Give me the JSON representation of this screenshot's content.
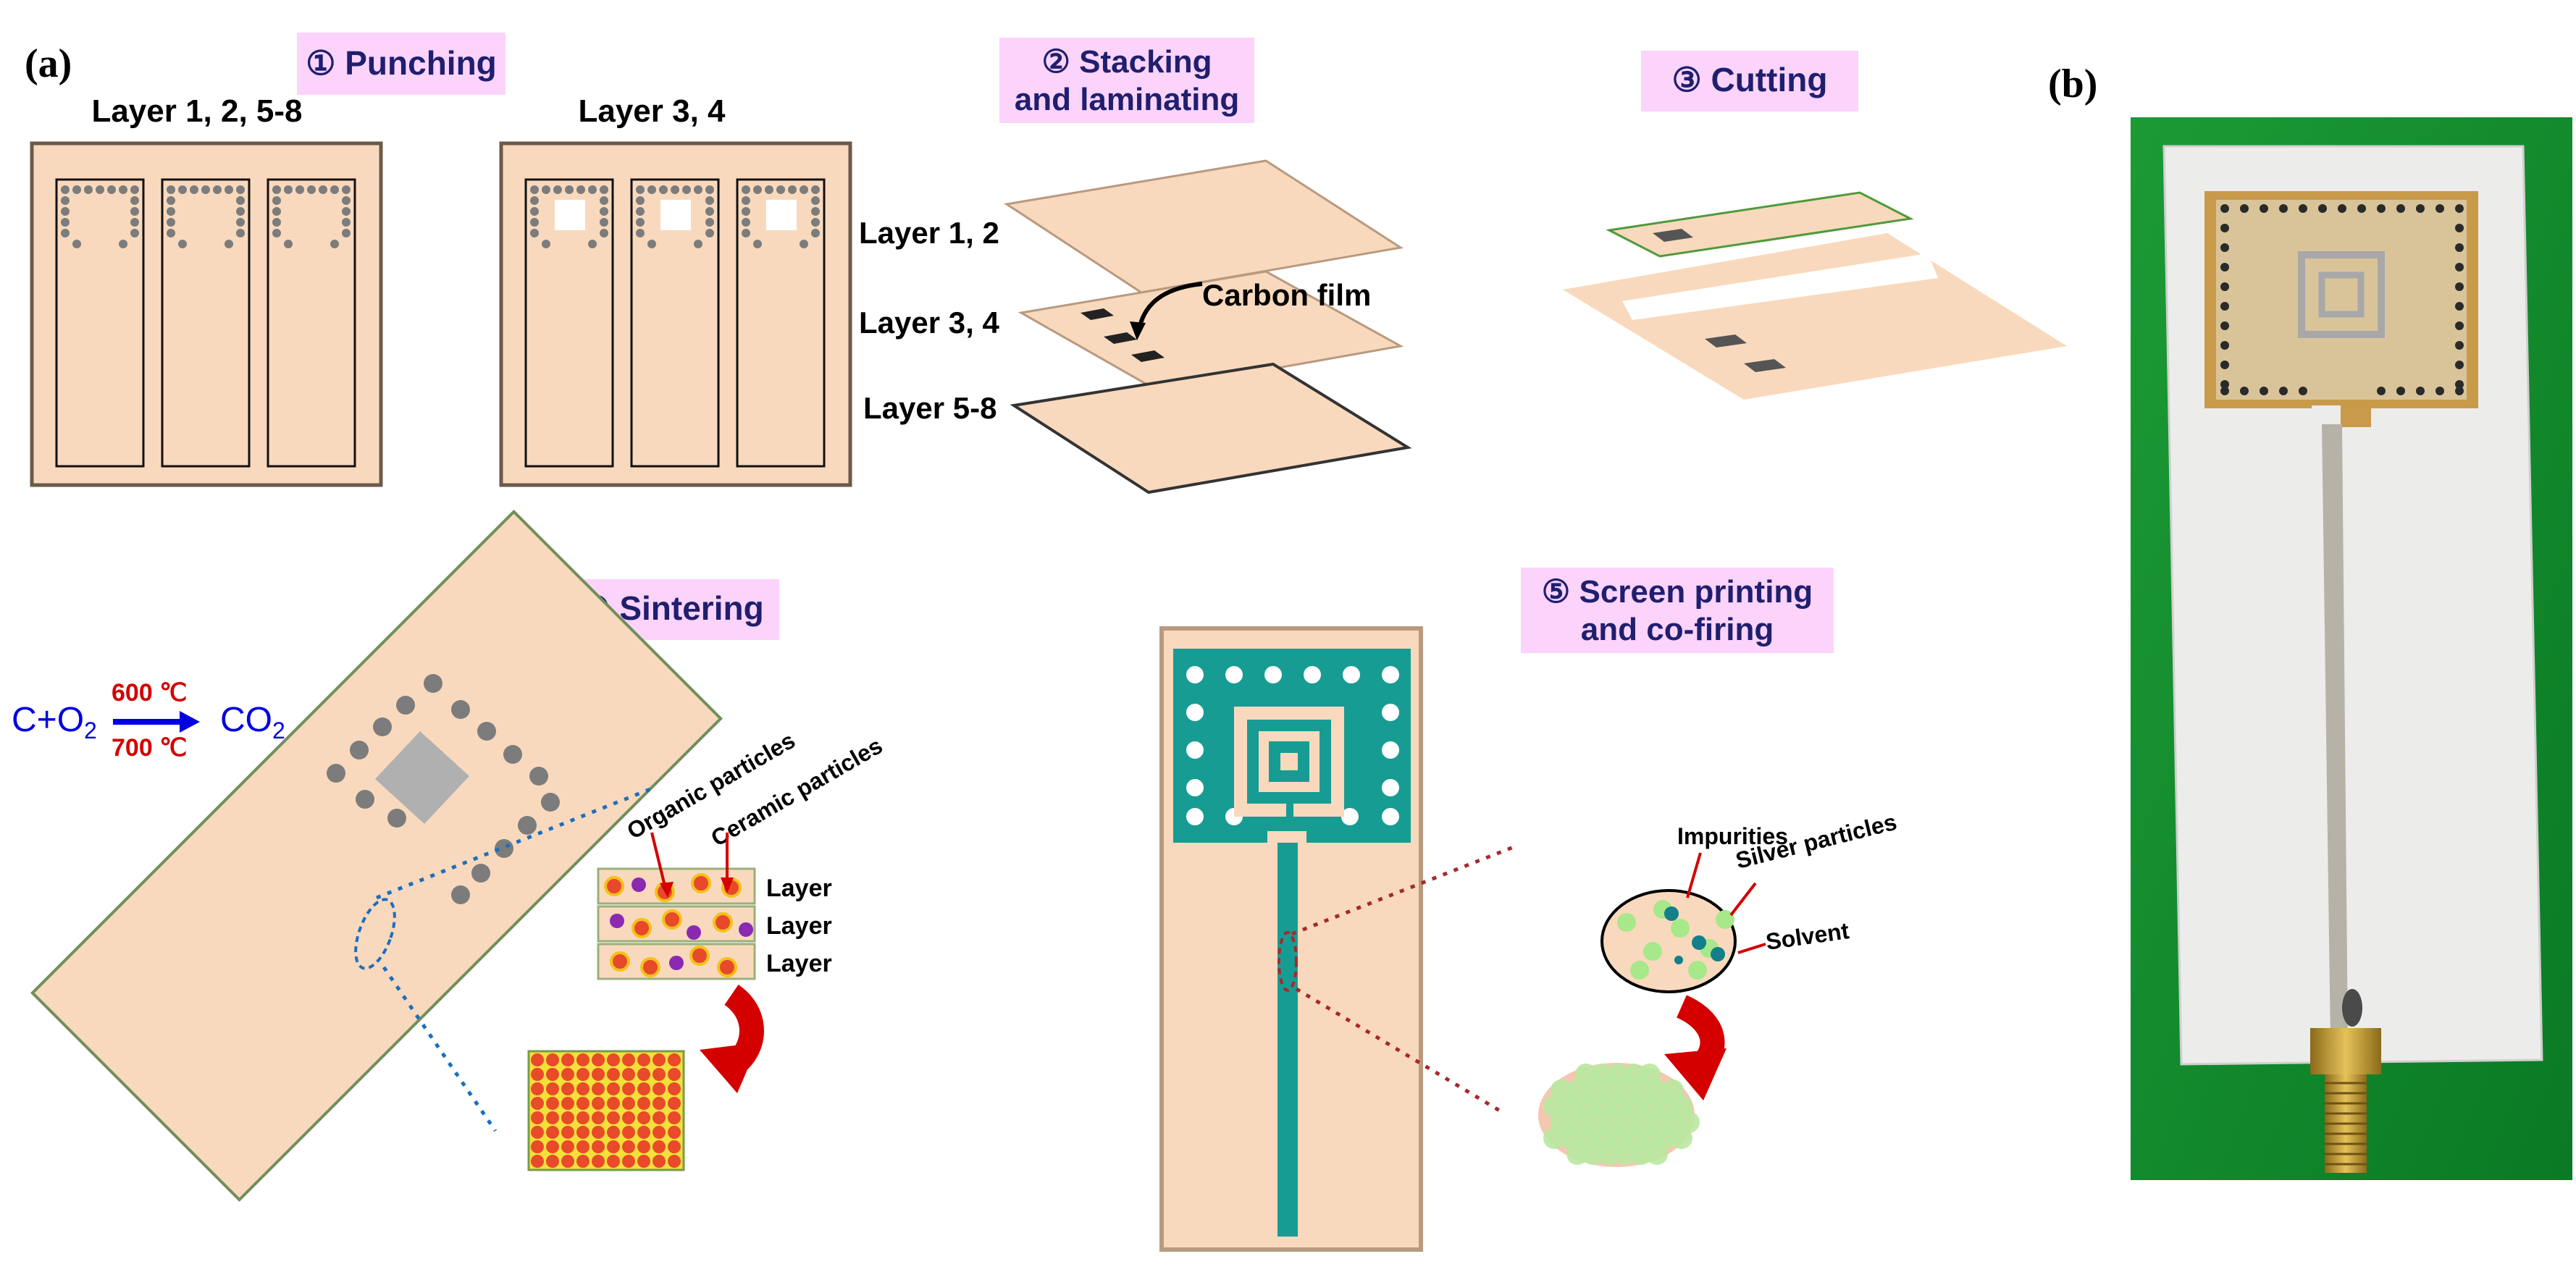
{
  "panel_labels": {
    "a": "(a)",
    "b": "(b)"
  },
  "steps": {
    "punching": "① Punching",
    "stacking_line1": "② Stacking",
    "stacking_line2": "and laminating",
    "cutting": "③ Cutting",
    "sintering": "④ Sintering",
    "printing_line1": "⑤ Screen printing",
    "printing_line2": "and co-firing"
  },
  "punching": {
    "sheet1_title": "Layer 1, 2, 5-8",
    "sheet2_title": "Layer 3, 4"
  },
  "stacking": {
    "layer_12": "Layer 1, 2",
    "layer_34": "Layer 3, 4",
    "layer_58": "Layer 5-8",
    "carbon_film": "Carbon film"
  },
  "sintering": {
    "reaction_left": "C+O",
    "reaction_left_sub": "2",
    "reaction_right": "CO",
    "reaction_right_sub": "2",
    "temp_top": "600 ℃",
    "temp_bottom": "700 ℃",
    "organic": "Organic particles",
    "ceramic": "Ceramic particles",
    "layer_a": "Layer",
    "layer_b": "Layer",
    "layer_c": "Layer"
  },
  "printing": {
    "impurities": "Impurities",
    "silver": "Silver particles",
    "solvent": "Solvent"
  },
  "colors": {
    "sheet": "#f9d9bd",
    "label_bg": "#fbd3fb",
    "teal": "#179c94",
    "via": "#7c7c7c",
    "arrow_red": "#d40000",
    "reaction_blue": "#0000e0",
    "photo_green": "#0e8a2a"
  }
}
